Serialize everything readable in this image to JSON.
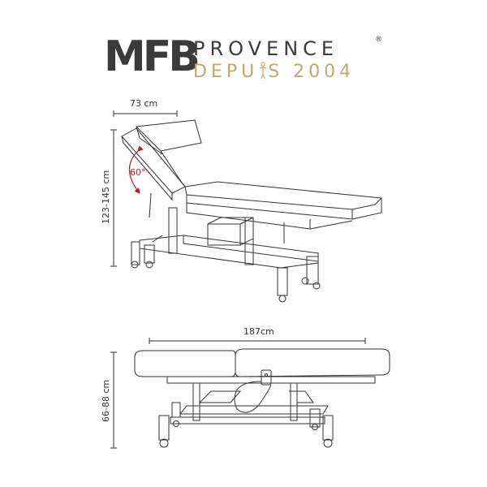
{
  "logo": {
    "brand": "MFB",
    "name": "PROVENCE",
    "registered": "®",
    "tagline_before": "DEPU",
    "tagline_after": "S 2004"
  },
  "side_view": {
    "width_label": "73 cm",
    "height_label": "123-145 cm",
    "angle_label": "60°"
  },
  "front_view": {
    "length_label": "187cm",
    "height_label": "66-88 cm"
  },
  "colors": {
    "outline": "#333333",
    "accent_gold": "#c4a868",
    "angle_red": "#b22222"
  }
}
